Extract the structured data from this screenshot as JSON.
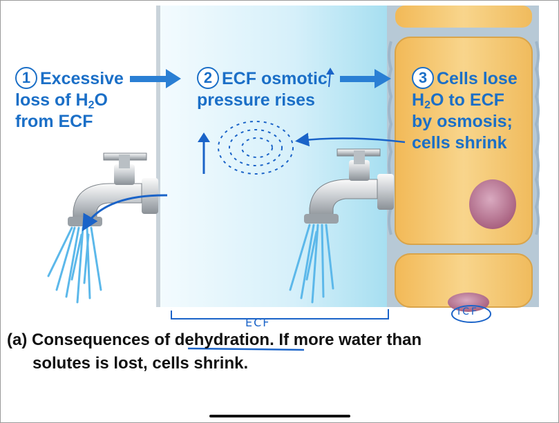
{
  "steps": [
    {
      "number": "1",
      "lines": [
        "Excessive",
        "loss of H",
        "from ECF"
      ],
      "sub": "2",
      "sub_after": "O"
    },
    {
      "number": "2",
      "lines": [
        "ECF osmotic",
        "pressure rises"
      ]
    },
    {
      "number": "3",
      "lines": [
        "Cells lose",
        "H",
        "by osmosis;",
        "cells shrink"
      ],
      "sub": "2",
      "sub_after": "O to ECF"
    }
  ],
  "caption": {
    "label": "(a)",
    "bold": "Consequences of dehydration.",
    "rest_line1": "If more water than",
    "line2": "solutes is lost, cells shrink."
  },
  "annotations": {
    "ecf": "ECF",
    "icf": "ICF"
  },
  "colors": {
    "label_blue": "#1b6fc7",
    "arrow_blue": "#2a7fd4",
    "ink_blue": "#1a63c8",
    "ecf_light": "#dff3fb",
    "ecf_cyan": "#aee3f3",
    "cell_yellow": "#f6c770",
    "membrane": "#9fb6c9"
  }
}
